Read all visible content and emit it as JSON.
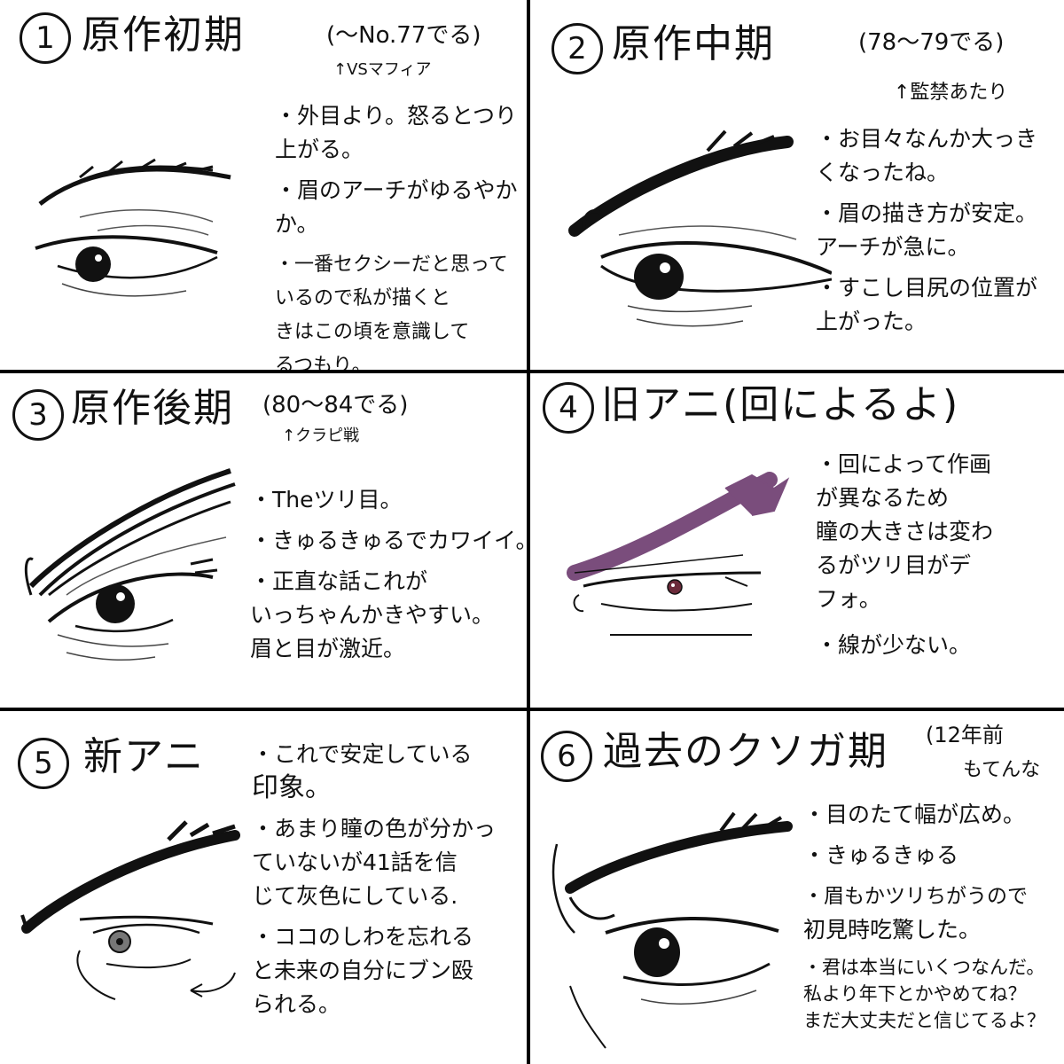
{
  "colors": {
    "ink": "#111111",
    "brow4": "#7a4d7c",
    "iris4": "#6b2a3a",
    "iris5": "#777777"
  },
  "panels": [
    {
      "num": "1",
      "title": "原作初期",
      "sub": "(〜No.77でる)",
      "subsmall": "↑VSマフィア",
      "notes": [
        [
          "・外目より。怒るとつり",
          "上がる。"
        ],
        [
          "・眉のアーチがゆるやか",
          "か。"
        ],
        [
          "・一番セクシーだと思って",
          "いるので私が描くと",
          "きはこの頃を意識して",
          "るつもり。"
        ]
      ]
    },
    {
      "num": "2",
      "title": "原作中期",
      "sub": "(78〜79でる)",
      "subsmall": "↑監禁あたり",
      "notes": [
        [
          "・お目々なんか大っき",
          "くなったね。"
        ],
        [
          "・眉の描き方が安定。",
          "アーチが急に。"
        ],
        [
          "・すこし目尻の位置が",
          "上がった。"
        ]
      ]
    },
    {
      "num": "3",
      "title": "原作後期",
      "sub": "(80〜84でる)",
      "subsmall": "↑クラピ戦",
      "notes": [
        [
          "・Theツリ目。"
        ],
        [
          "・きゅるきゅるでカワイイ。"
        ],
        [
          "・正直な話これが",
          "いっちゃんかきやすい。",
          "眉と目が激近。"
        ]
      ]
    },
    {
      "num": "4",
      "title": "旧アニ(回によるよ)",
      "sub": "",
      "subsmall": "",
      "notes": [
        [
          "・回によって作画",
          "が異なるため",
          "瞳の大きさは変わ",
          "るがツリ目がデ",
          "フォ。"
        ],
        [
          "・線が少ない。"
        ]
      ]
    },
    {
      "num": "5",
      "title": "新アニ",
      "sub": "",
      "subsmall": "",
      "notes": [
        [
          "・これで安定している",
          "印象。"
        ],
        [
          "・あまり瞳の色が分かっ",
          "ていないが41話を信",
          "じて灰色にしている."
        ],
        [
          "・ココのしわを忘れる",
          "と未来の自分にブン殴",
          "られる。"
        ]
      ]
    },
    {
      "num": "6",
      "title": "過去のクソガ期",
      "sub": "(12年前",
      "subsmall": "もてんな",
      "notes": [
        [
          "・目のたて幅が広め。"
        ],
        [
          "・きゅるきゅる"
        ],
        [
          "・眉もかツリちがうので",
          "初見時吃驚した。"
        ],
        [
          "・君は本当にいくつなんだ。",
          "私より年下とかやめてね？",
          "まだ大丈夫だと信じてるよ？"
        ]
      ]
    }
  ]
}
